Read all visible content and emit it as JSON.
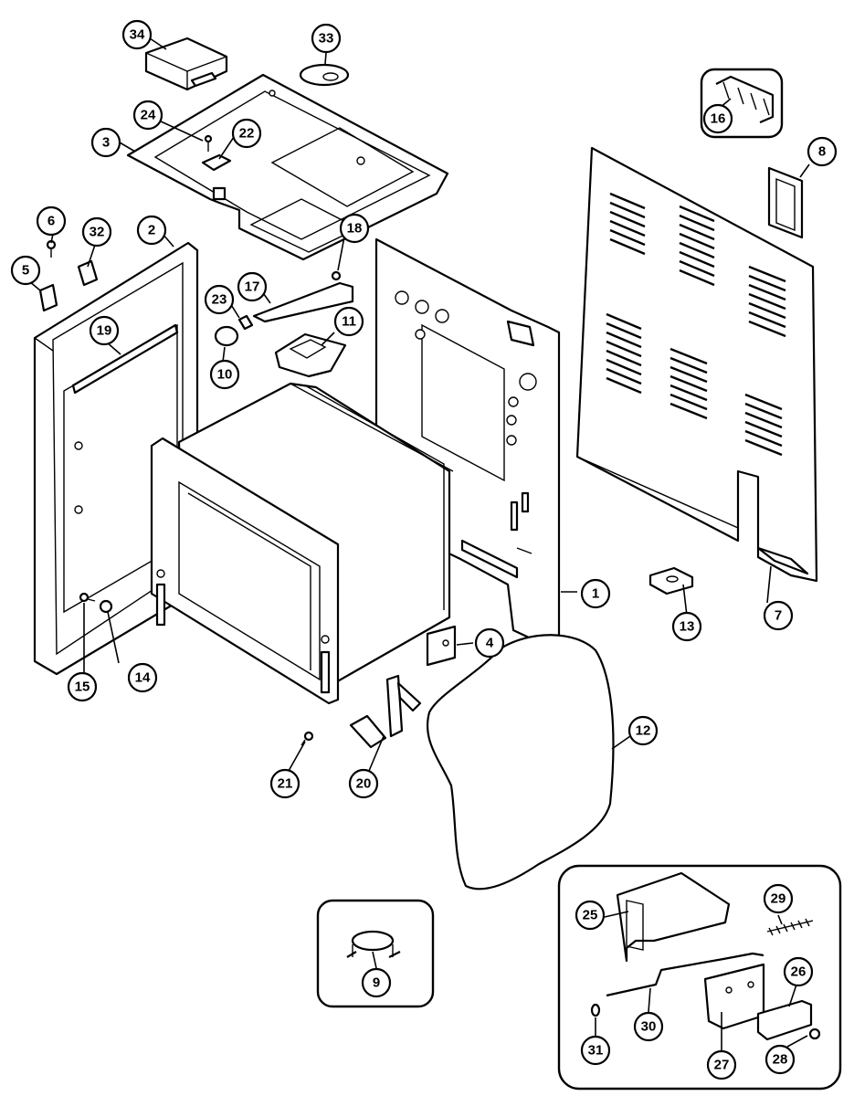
{
  "diagram": {
    "part_numbers": [
      "1",
      "2",
      "3",
      "4",
      "5",
      "6",
      "7",
      "8",
      "9",
      "10",
      "11",
      "12",
      "13",
      "14",
      "15",
      "16",
      "17",
      "18",
      "19",
      "20",
      "21",
      "22",
      "23",
      "24",
      "25",
      "26",
      "27",
      "28",
      "29",
      "30",
      "31",
      "32",
      "33",
      "34"
    ]
  }
}
